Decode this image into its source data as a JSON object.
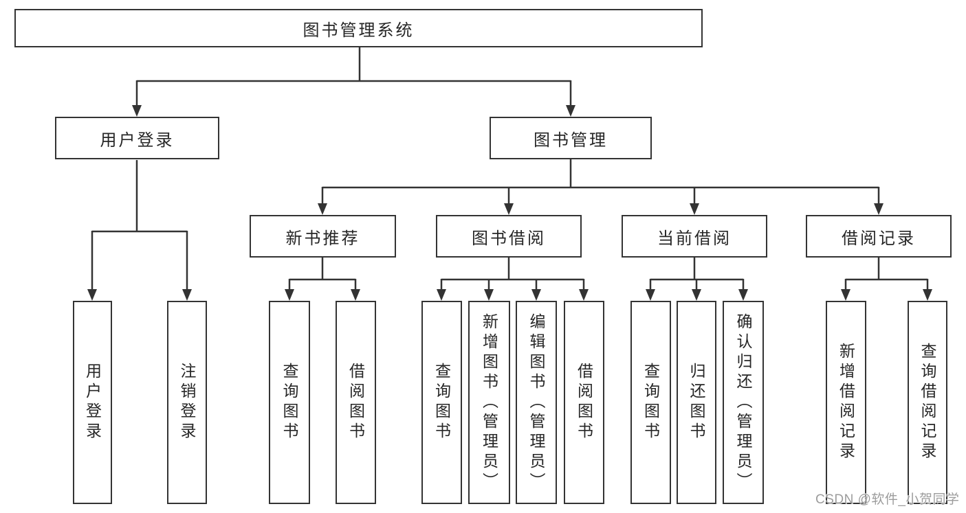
{
  "tree": {
    "label": "图书管理系统",
    "children": [
      {
        "label": "用户登录",
        "children": [
          {
            "label": "用户登录"
          },
          {
            "label": "注销登录"
          }
        ]
      },
      {
        "label": "图书管理",
        "children": [
          {
            "label": "新书推荐",
            "children": [
              {
                "label": "查询图书"
              },
              {
                "label": "借阅图书"
              }
            ]
          },
          {
            "label": "图书借阅",
            "children": [
              {
                "label": "查询图书"
              },
              {
                "label": "新增图书（管理员）"
              },
              {
                "label": "编辑图书（管理员）"
              },
              {
                "label": "借阅图书"
              }
            ]
          },
          {
            "label": "当前借阅",
            "children": [
              {
                "label": "查询图书"
              },
              {
                "label": "归还图书"
              },
              {
                "label": "确认归还（管理员）"
              }
            ]
          },
          {
            "label": "借阅记录",
            "children": [
              {
                "label": "新增借阅记录"
              },
              {
                "label": "查询借阅记录"
              }
            ]
          }
        ]
      }
    ]
  },
  "watermark": {
    "text": "CSDN @软件_小贺同学"
  },
  "colors": {
    "line": "#333333",
    "text": "#262626",
    "box_background": "#ffffff",
    "page_background": "#ffffff",
    "watermark": "#9c9c9c"
  }
}
